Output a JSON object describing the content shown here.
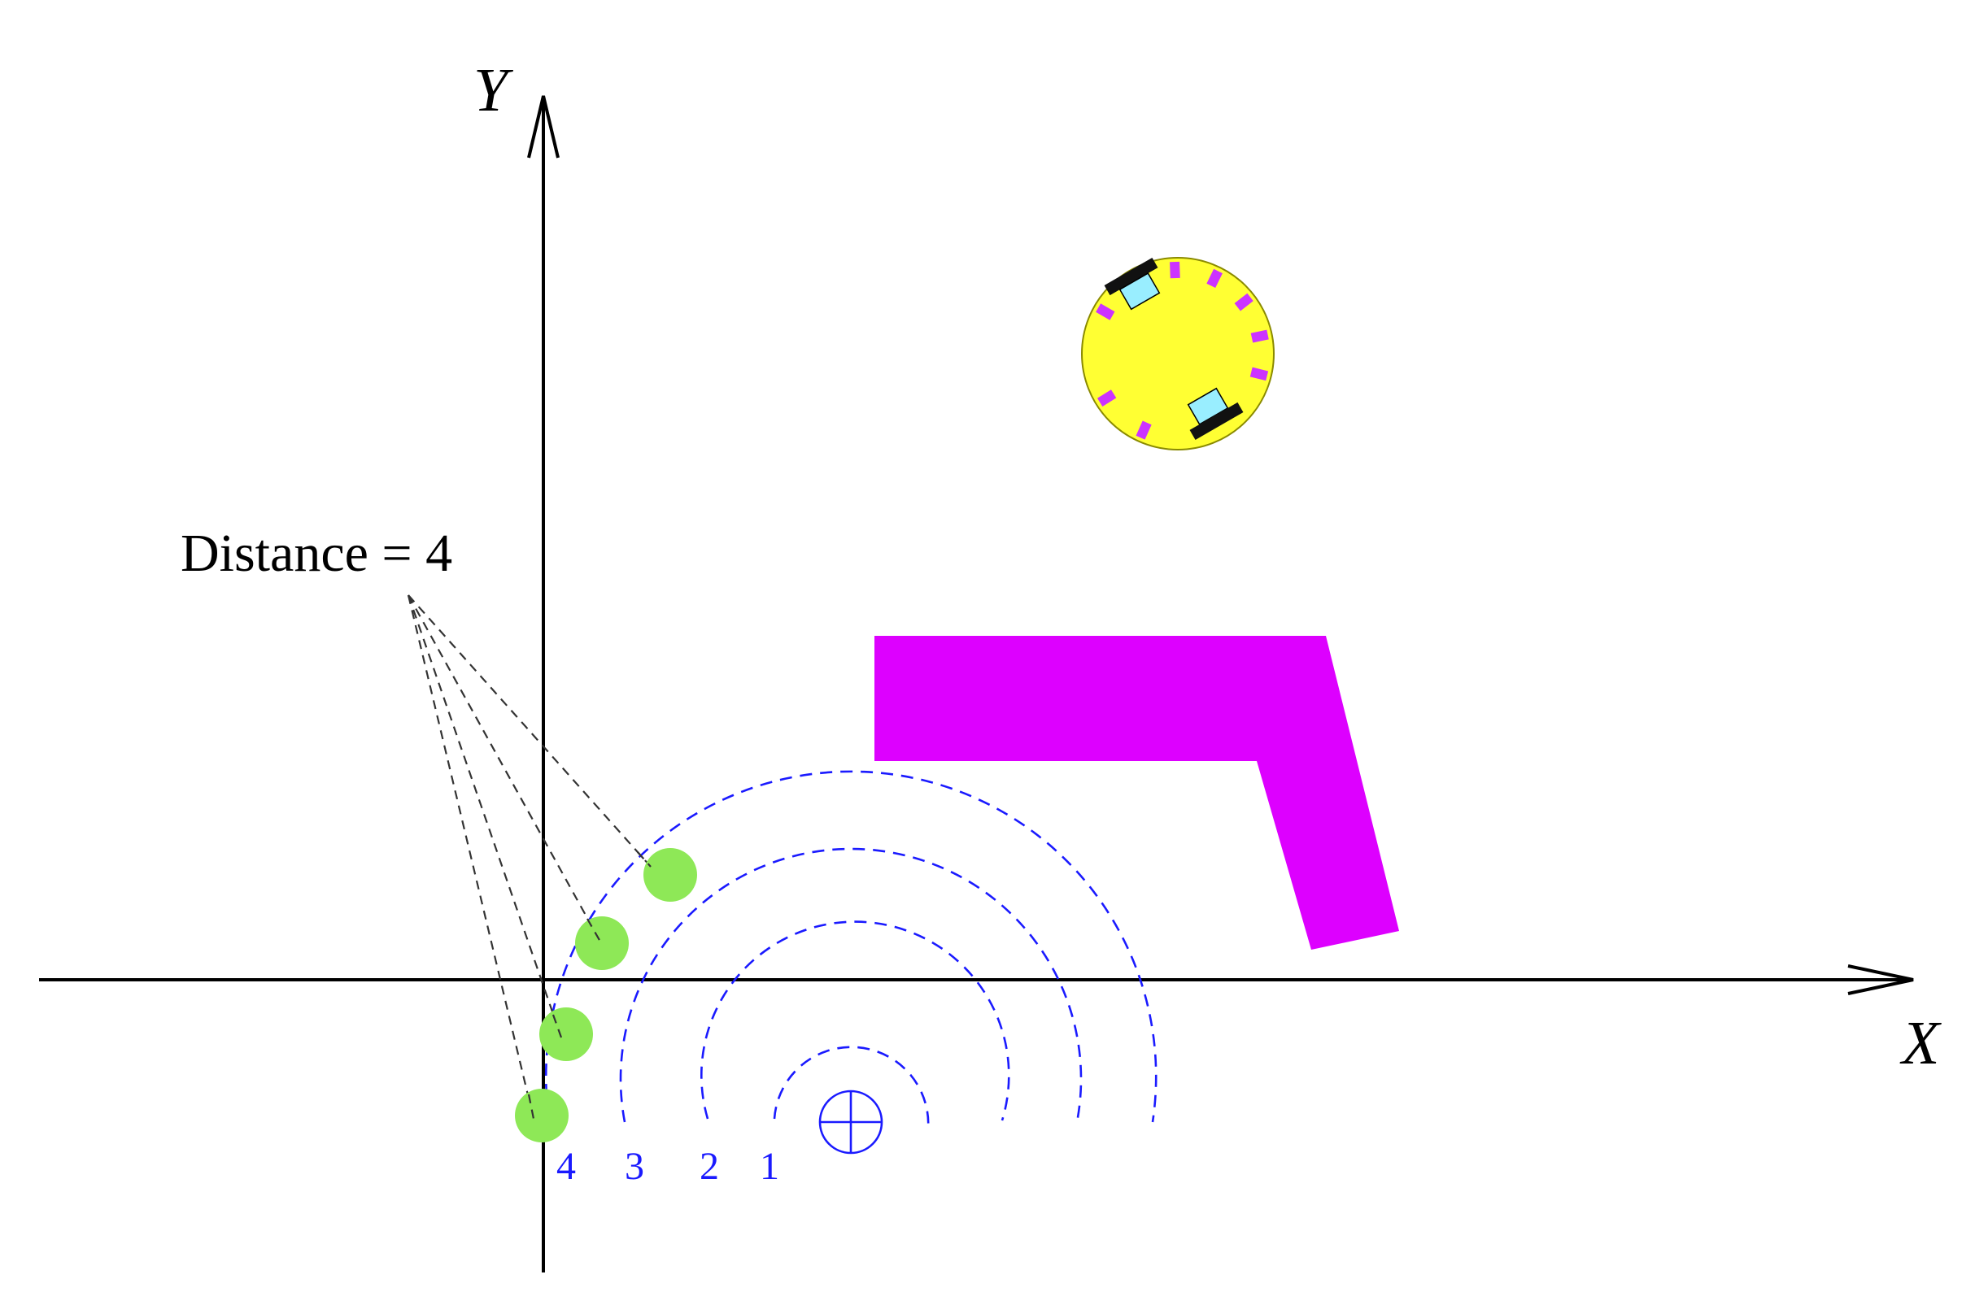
{
  "axes": {
    "x_label": "X",
    "y_label": "Y"
  },
  "callout": {
    "text": "Distance = 4"
  },
  "rings": {
    "labels": [
      "4",
      "3",
      "2",
      "1"
    ],
    "color": "#1a1aff"
  },
  "colors": {
    "axis": "#000000",
    "leader": "#333333",
    "sample_point": "#8ee857",
    "obstacle": "#dd00ff",
    "robot_body": "#ffff33",
    "robot_body_outline": "#8a8a00",
    "robot_sensor": "#cc33ff",
    "robot_wheel": "#111111",
    "robot_caster": "#99eeff"
  },
  "icons": {
    "target": "crosshair-circle-icon",
    "robot": "robot-icon"
  }
}
